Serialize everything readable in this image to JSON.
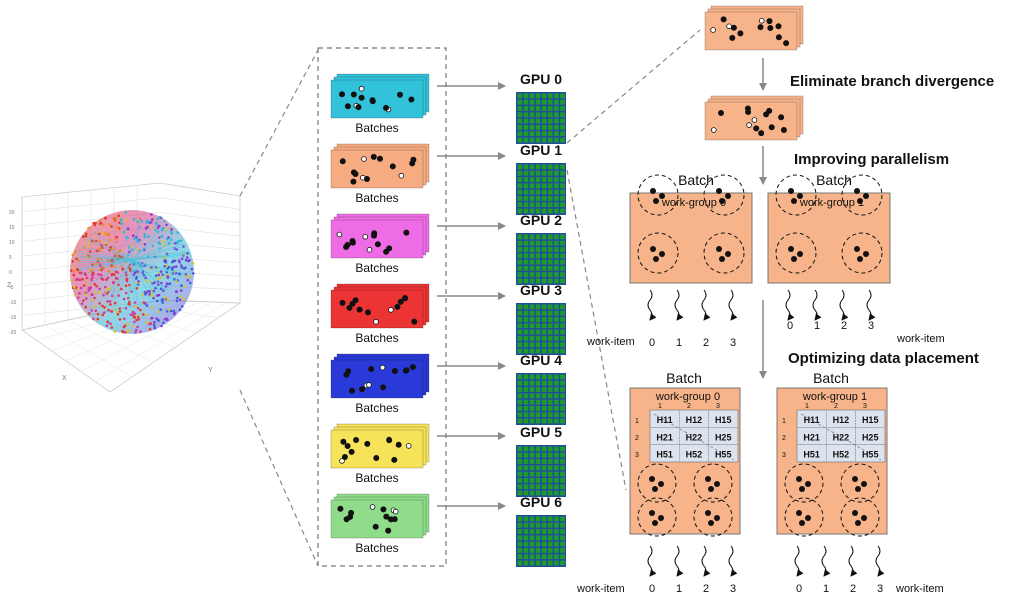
{
  "sphere_plot": {
    "z_axis_label": "Z",
    "x_axis_label": "X",
    "y_axis_label": "Y",
    "z_ticks": [
      "20",
      "15",
      "10",
      "5",
      "0",
      "-5",
      "-10",
      "-15",
      "-20"
    ]
  },
  "batches": [
    {
      "label": "Batches",
      "color": "#32c3da",
      "gpu": "GPU 0"
    },
    {
      "label": "Batches",
      "color": "#f6ab80",
      "gpu": "GPU 1"
    },
    {
      "label": "Batches",
      "color": "#ee6ce6",
      "gpu": "GPU 2"
    },
    {
      "label": "Batches",
      "color": "#ec3434",
      "gpu": "GPU 3"
    },
    {
      "label": "Batches",
      "color": "#2a3ad8",
      "gpu": "GPU 4"
    },
    {
      "label": "Batches",
      "color": "#f7e35a",
      "gpu": "GPU 5"
    },
    {
      "label": "Batches",
      "color": "#8fdc8a",
      "gpu": "GPU 6"
    }
  ],
  "steps": {
    "eliminate": "Eliminate branch divergence",
    "parallelism": "Improving parallelism",
    "placement": "Optimizing data placement"
  },
  "workgroups_top": [
    {
      "batch": "Batch",
      "name": "work-group 0"
    },
    {
      "batch": "Batch",
      "name": "work-group 1"
    }
  ],
  "workgroups_bottom": [
    {
      "batch": "Batch",
      "name": "work-group 0"
    },
    {
      "batch": "Batch",
      "name": "work-group 1"
    }
  ],
  "work_item_label": "work-item",
  "work_item_indices": [
    "0",
    "1",
    "2",
    "3"
  ],
  "matrix": {
    "col_indices": [
      "1",
      "2",
      "3"
    ],
    "row_indices": [
      "1",
      "2",
      "3"
    ],
    "cells": [
      [
        "H11",
        "H12",
        "H15"
      ],
      [
        "H21",
        "H22",
        "H25"
      ],
      [
        "H51",
        "H52",
        "H55"
      ]
    ]
  },
  "colors": {
    "batch_box": "#f7b48a",
    "gpu_green": "#1e9b2a",
    "gpu_grid": "#1f4f9c"
  }
}
